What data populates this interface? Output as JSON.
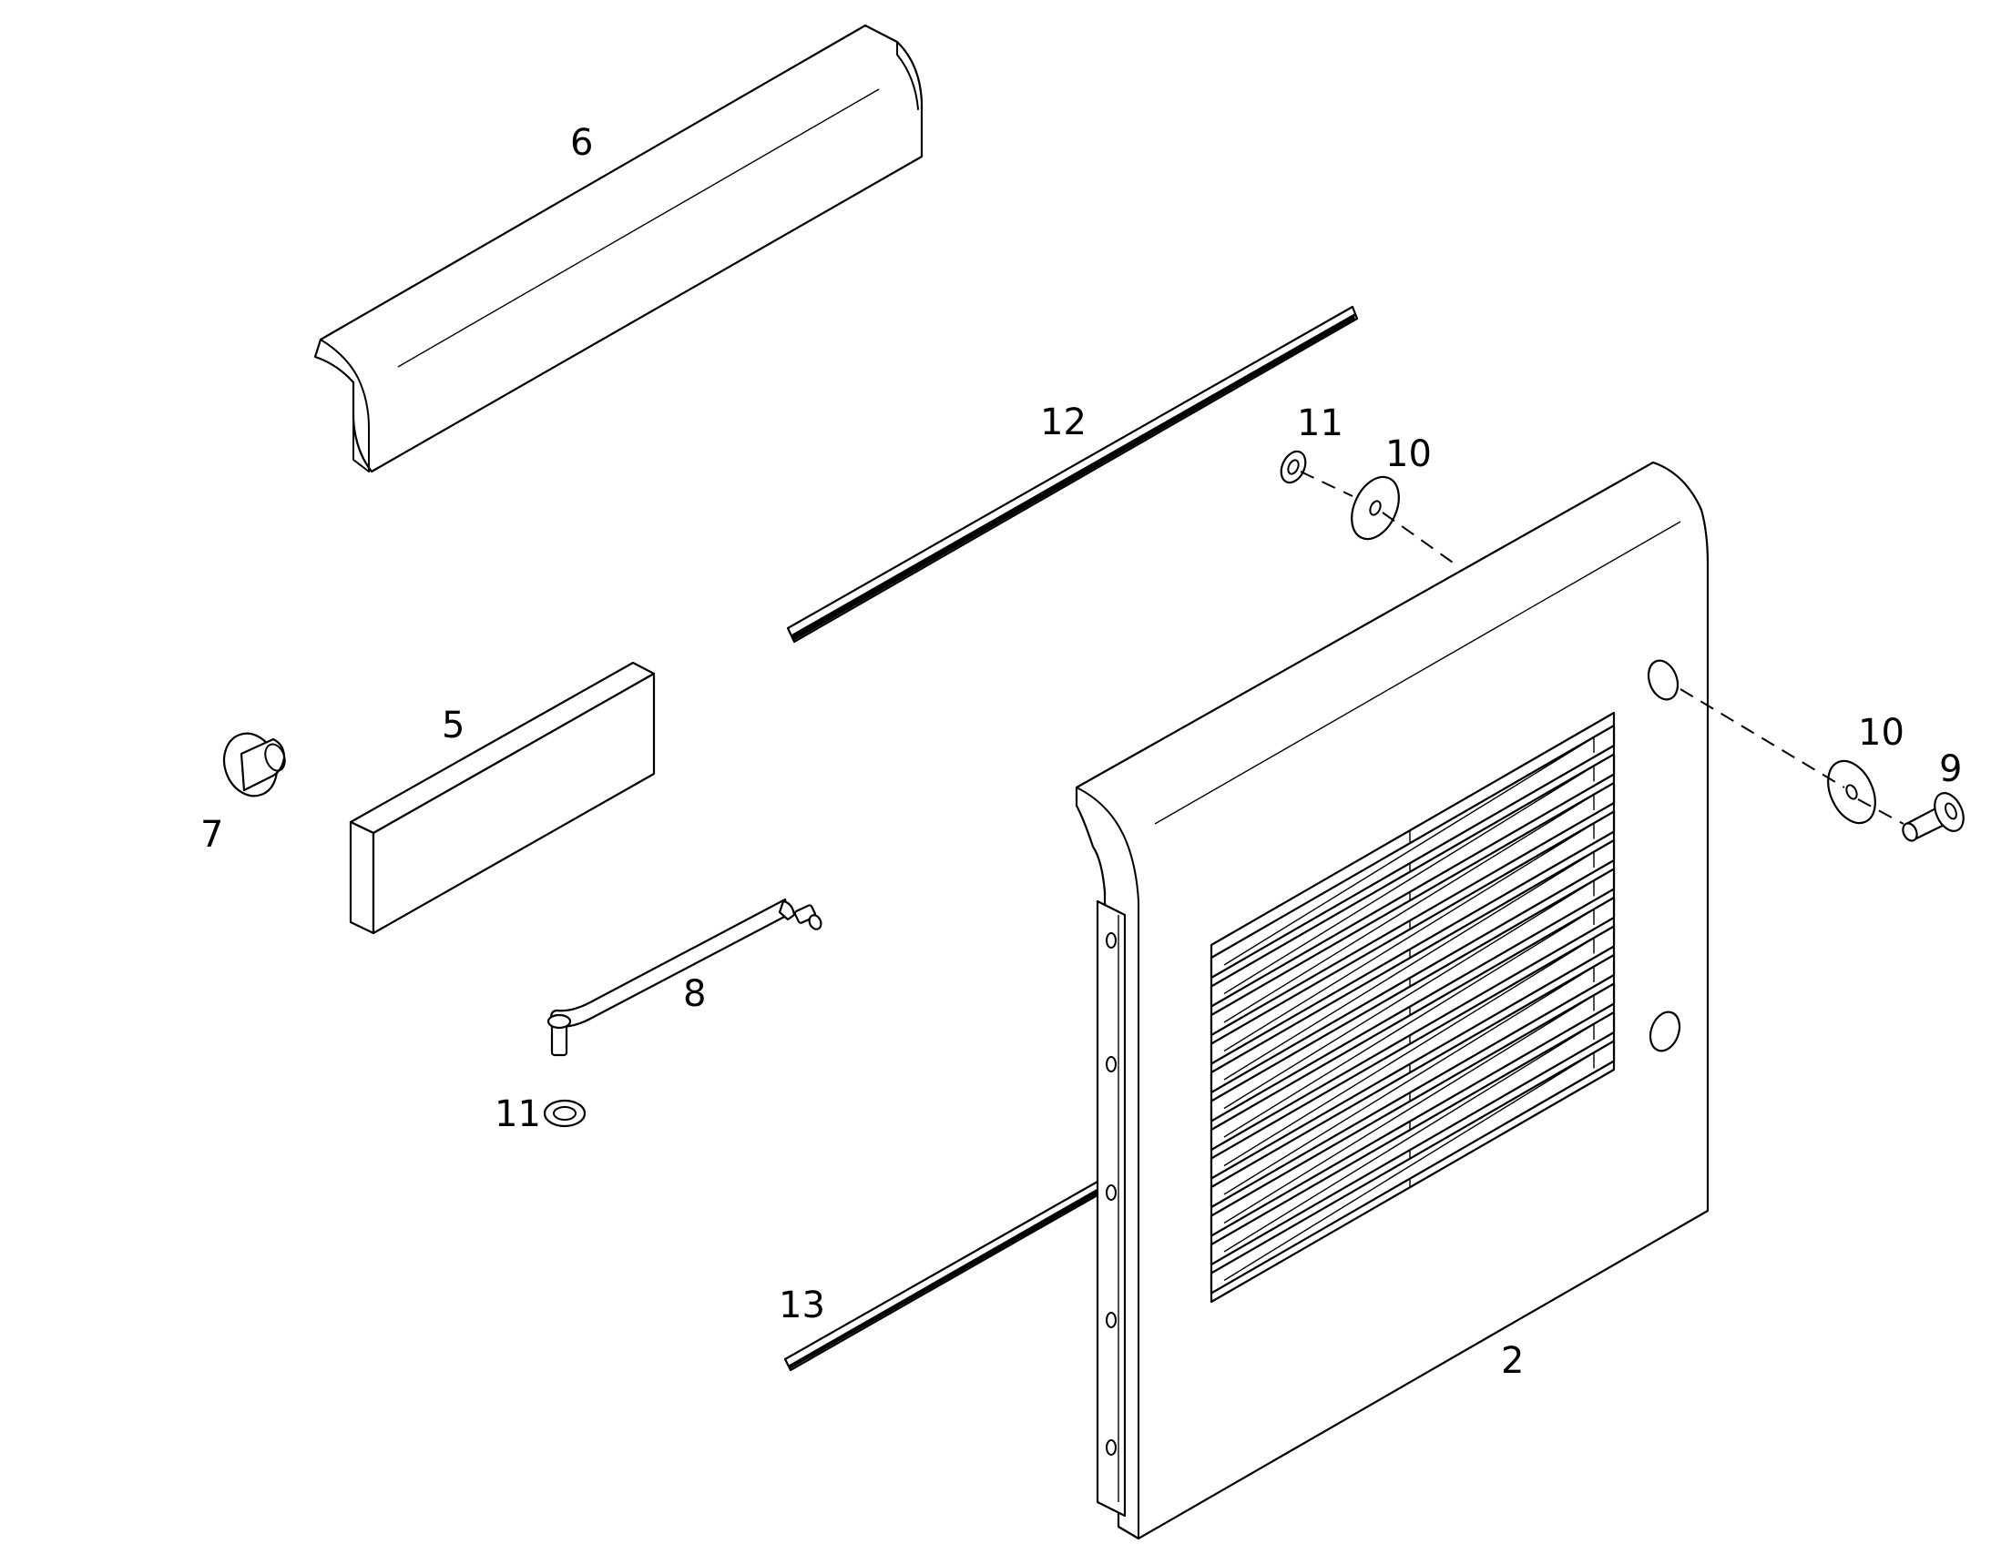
{
  "diagram": {
    "callouts": {
      "part_2": "2",
      "part_5": "5",
      "part_6": "6",
      "part_7": "7",
      "part_8": "8",
      "part_9": "9",
      "part_10a": "10",
      "part_10b": "10",
      "part_11a": "11",
      "part_11b": "11",
      "part_12": "12",
      "part_13": "13"
    }
  }
}
